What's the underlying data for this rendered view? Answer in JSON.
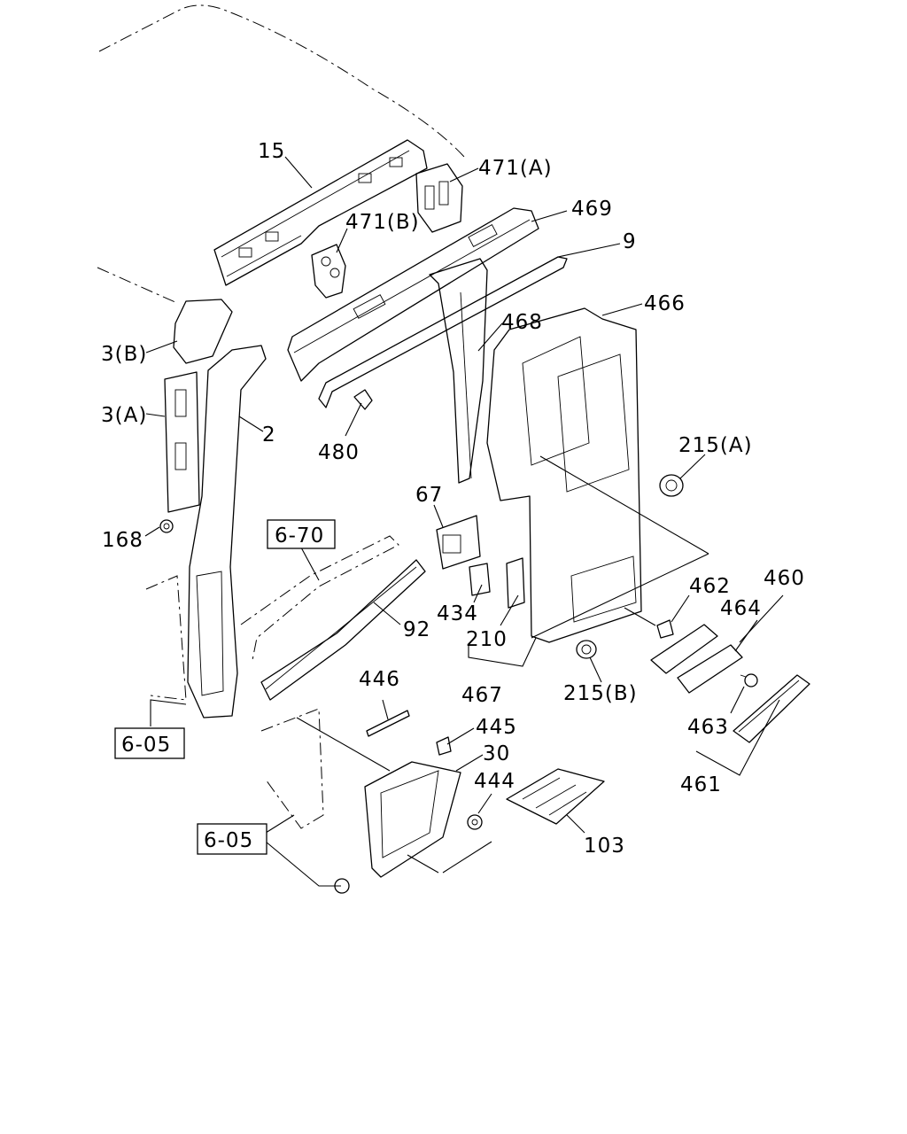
{
  "callouts": {
    "c15": "15",
    "c471a": "471(A)",
    "c471b": "471(B)",
    "c469": "469",
    "c9": "9",
    "c466": "466",
    "c468": "468",
    "c3b": "3(B)",
    "c3a": "3(A)",
    "c2": "2",
    "c480": "480",
    "c168": "168",
    "c215a": "215(A)",
    "c67": "67",
    "c670": "6-70",
    "c92": "92",
    "c434": "434",
    "c210": "210",
    "c462": "462",
    "c460": "460",
    "c464": "464",
    "c467": "467",
    "c215b": "215(B)",
    "c446": "446",
    "c605a": "6-05",
    "c445": "445",
    "c463": "463",
    "c30": "30",
    "c444": "444",
    "c461": "461",
    "c103": "103",
    "c605b": "6-05"
  }
}
